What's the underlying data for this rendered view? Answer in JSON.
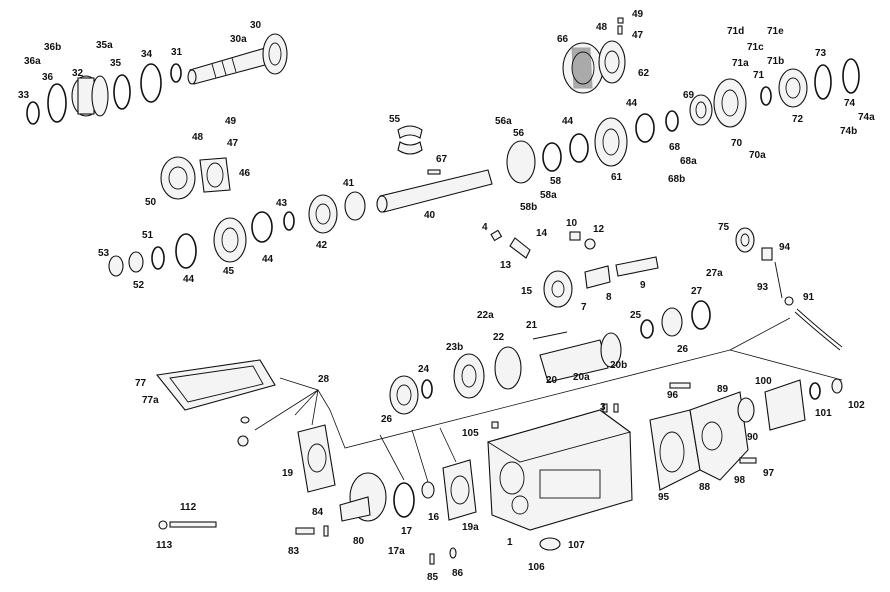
{
  "labels": [
    {
      "id": "30",
      "text": "30"
    },
    {
      "id": "30a",
      "text": "30a"
    },
    {
      "id": "36b",
      "text": "36b"
    },
    {
      "id": "35a",
      "text": "35a"
    },
    {
      "id": "36a",
      "text": "36a"
    },
    {
      "id": "36",
      "text": "36"
    },
    {
      "id": "32",
      "text": "32"
    },
    {
      "id": "35",
      "text": "35"
    },
    {
      "id": "34",
      "text": "34"
    },
    {
      "id": "31",
      "text": "31"
    },
    {
      "id": "33",
      "text": "33"
    },
    {
      "id": "48a",
      "text": "48"
    },
    {
      "id": "49a",
      "text": "49"
    },
    {
      "id": "47a",
      "text": "47"
    },
    {
      "id": "66",
      "text": "66"
    },
    {
      "id": "62",
      "text": "62"
    },
    {
      "id": "71d",
      "text": "71d"
    },
    {
      "id": "71e",
      "text": "71e"
    },
    {
      "id": "71c",
      "text": "71c"
    },
    {
      "id": "71a",
      "text": "71a"
    },
    {
      "id": "71b",
      "text": "71b"
    },
    {
      "id": "73",
      "text": "73"
    },
    {
      "id": "71",
      "text": "71"
    },
    {
      "id": "69",
      "text": "69"
    },
    {
      "id": "74",
      "text": "74"
    },
    {
      "id": "74a",
      "text": "74a"
    },
    {
      "id": "74b",
      "text": "74b"
    },
    {
      "id": "72",
      "text": "72"
    },
    {
      "id": "70",
      "text": "70"
    },
    {
      "id": "70a",
      "text": "70a"
    },
    {
      "id": "44a",
      "text": "44"
    },
    {
      "id": "68",
      "text": "68"
    },
    {
      "id": "68a",
      "text": "68a"
    },
    {
      "id": "68b",
      "text": "68b"
    },
    {
      "id": "61",
      "text": "61"
    },
    {
      "id": "56a",
      "text": "56a"
    },
    {
      "id": "56",
      "text": "56"
    },
    {
      "id": "44b",
      "text": "44"
    },
    {
      "id": "58",
      "text": "58"
    },
    {
      "id": "58a",
      "text": "58a"
    },
    {
      "id": "58b",
      "text": "58b"
    },
    {
      "id": "55",
      "text": "55"
    },
    {
      "id": "67",
      "text": "67"
    },
    {
      "id": "41",
      "text": "41"
    },
    {
      "id": "40",
      "text": "40"
    },
    {
      "id": "48b",
      "text": "48"
    },
    {
      "id": "49b",
      "text": "49"
    },
    {
      "id": "47b",
      "text": "47"
    },
    {
      "id": "46",
      "text": "46"
    },
    {
      "id": "50",
      "text": "50"
    },
    {
      "id": "43",
      "text": "43"
    },
    {
      "id": "42",
      "text": "42"
    },
    {
      "id": "51",
      "text": "51"
    },
    {
      "id": "53",
      "text": "53"
    },
    {
      "id": "52",
      "text": "52"
    },
    {
      "id": "44c",
      "text": "44"
    },
    {
      "id": "45",
      "text": "45"
    },
    {
      "id": "44d",
      "text": "44"
    },
    {
      "id": "4",
      "text": "4"
    },
    {
      "id": "10",
      "text": "10"
    },
    {
      "id": "12",
      "text": "12"
    },
    {
      "id": "14",
      "text": "14"
    },
    {
      "id": "13",
      "text": "13"
    },
    {
      "id": "15",
      "text": "15"
    },
    {
      "id": "7",
      "text": "7"
    },
    {
      "id": "8",
      "text": "8"
    },
    {
      "id": "9",
      "text": "9"
    },
    {
      "id": "75",
      "text": "75"
    },
    {
      "id": "94",
      "text": "94"
    },
    {
      "id": "27a",
      "text": "27a"
    },
    {
      "id": "93",
      "text": "93"
    },
    {
      "id": "27",
      "text": "27"
    },
    {
      "id": "91",
      "text": "91"
    },
    {
      "id": "22a",
      "text": "22a"
    },
    {
      "id": "21",
      "text": "21"
    },
    {
      "id": "25",
      "text": "25"
    },
    {
      "id": "26a",
      "text": "26"
    },
    {
      "id": "22",
      "text": "22"
    },
    {
      "id": "23b",
      "text": "23b"
    },
    {
      "id": "20",
      "text": "20"
    },
    {
      "id": "20a",
      "text": "20a"
    },
    {
      "id": "20b",
      "text": "20b"
    },
    {
      "id": "24",
      "text": "24"
    },
    {
      "id": "28",
      "text": "28"
    },
    {
      "id": "77",
      "text": "77"
    },
    {
      "id": "77a",
      "text": "77a"
    },
    {
      "id": "26b",
      "text": "26"
    },
    {
      "id": "3",
      "text": "3"
    },
    {
      "id": "105",
      "text": "105"
    },
    {
      "id": "96",
      "text": "96"
    },
    {
      "id": "89",
      "text": "89"
    },
    {
      "id": "100",
      "text": "100"
    },
    {
      "id": "101",
      "text": "101"
    },
    {
      "id": "102",
      "text": "102"
    },
    {
      "id": "90",
      "text": "90"
    },
    {
      "id": "97",
      "text": "97"
    },
    {
      "id": "98",
      "text": "98"
    },
    {
      "id": "88",
      "text": "88"
    },
    {
      "id": "95",
      "text": "95"
    },
    {
      "id": "19",
      "text": "19"
    },
    {
      "id": "84",
      "text": "84"
    },
    {
      "id": "16",
      "text": "16"
    },
    {
      "id": "19a",
      "text": "19a"
    },
    {
      "id": "17",
      "text": "17"
    },
    {
      "id": "80",
      "text": "80"
    },
    {
      "id": "83",
      "text": "83"
    },
    {
      "id": "17a",
      "text": "17a"
    },
    {
      "id": "1",
      "text": "1"
    },
    {
      "id": "107",
      "text": "107"
    },
    {
      "id": "106",
      "text": "106"
    },
    {
      "id": "85",
      "text": "85"
    },
    {
      "id": "86",
      "text": "86"
    },
    {
      "id": "112",
      "text": "112"
    },
    {
      "id": "113",
      "text": "113"
    }
  ]
}
